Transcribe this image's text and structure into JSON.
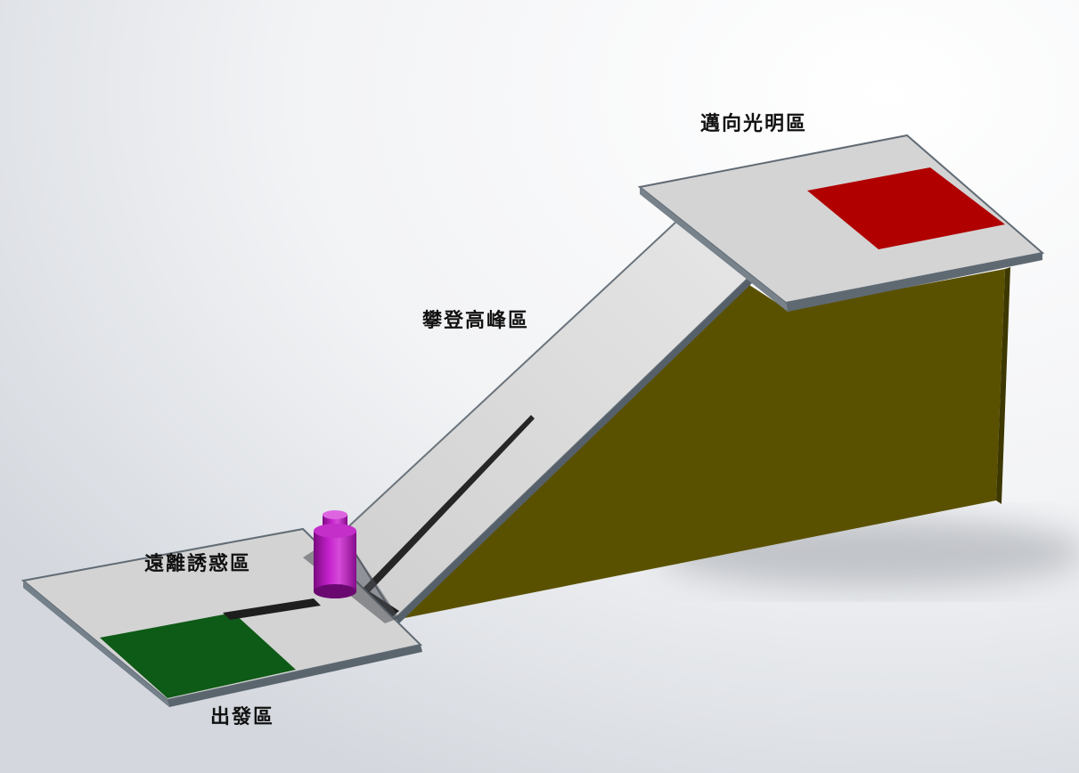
{
  "labels": {
    "top_platform": "邁向光明區",
    "ramp": "攀登高峰區",
    "temptation_zone": "遠離誘惑區",
    "start_zone": "出發區"
  },
  "colors": {
    "background_light": "#ffffff",
    "background_shade": "#d9dde3",
    "platform_top": "#d3d3d3",
    "platform_edge": "#5c6670",
    "ramp_surface": "#d9d9d9",
    "support_body": "#5a5100",
    "goal_pad": "#b00000",
    "start_pad": "#0e5a17",
    "guide_rail": "#262626",
    "robot_body": "#b016b6",
    "robot_cap": "#d24fd7"
  },
  "icons": {
    "robot": "cylinder-robot",
    "rail": "guide-rail"
  }
}
